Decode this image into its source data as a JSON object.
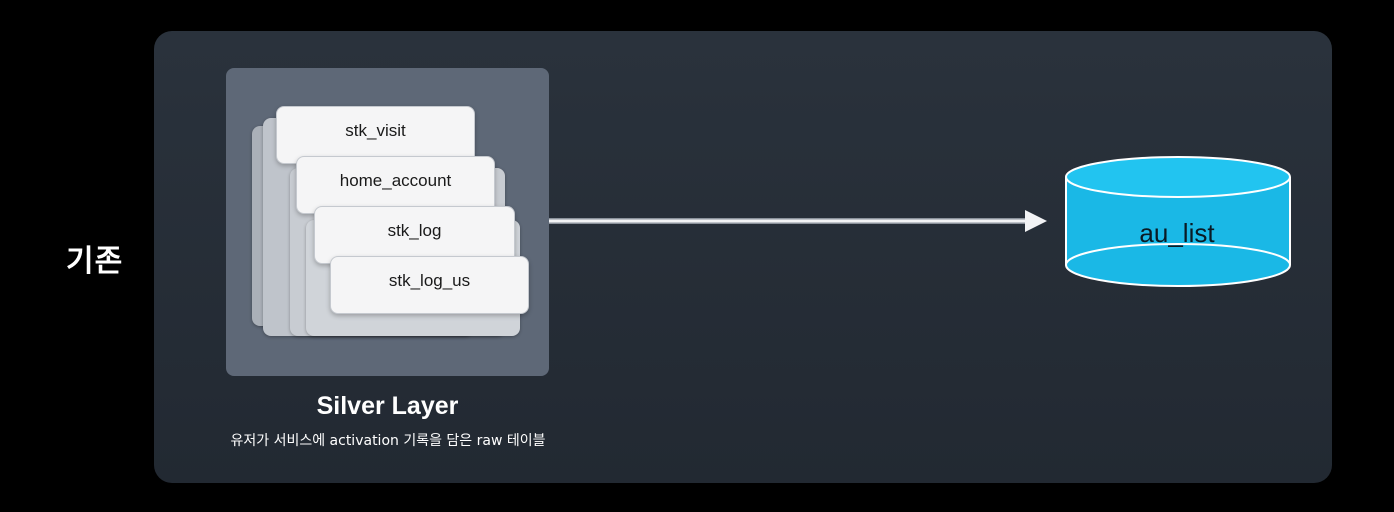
{
  "side_label": "기존",
  "silver_layer": {
    "title": "Silver Layer",
    "description": "유저가 서비스에 activation 기록을 담은 raw 테이블",
    "tables": [
      {
        "label": "stk_visit"
      },
      {
        "label": "home_account"
      },
      {
        "label": "stk_log"
      },
      {
        "label": "stk_log_us"
      }
    ]
  },
  "target_db": {
    "label": "au_list",
    "color": "#22c4f0"
  },
  "colors": {
    "background": "#000000",
    "panel": "#262d36",
    "layer_box": "#5e6877",
    "card": "#f5f5f6"
  }
}
